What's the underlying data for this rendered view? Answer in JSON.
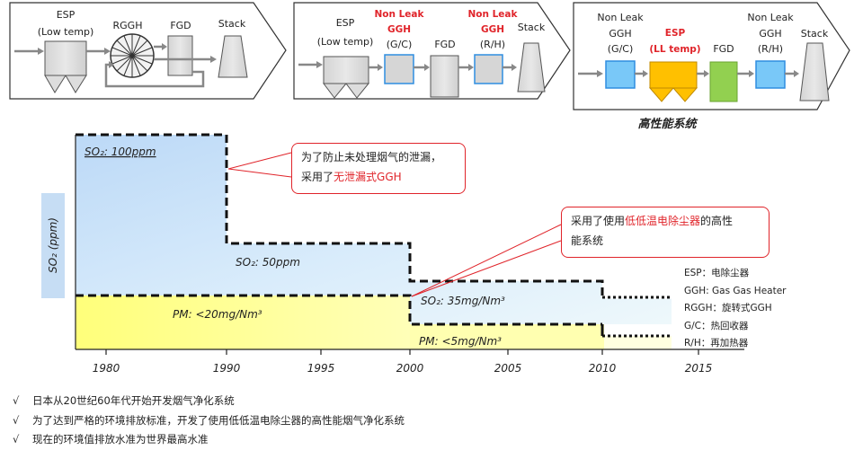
{
  "panels": [
    {
      "esp_label": "ESP",
      "esp_sub": "(Low temp)",
      "rggh_label": "RGGH",
      "fgd_label": "FGD",
      "stack_label": "Stack"
    },
    {
      "esp_label": "ESP",
      "esp_sub": "(Low temp)",
      "ggh1_top": "Non Leak",
      "ggh1_mid": "GGH",
      "ggh1_sub": "(G/C)",
      "fgd_label": "FGD",
      "ggh2_top": "Non Leak",
      "ggh2_mid": "GGH",
      "ggh2_sub": "(R/H)",
      "stack_label": "Stack"
    },
    {
      "ggh1_top": "Non Leak",
      "ggh1_mid": "GGH",
      "ggh1_sub": "(G/C)",
      "esp_label": "ESP",
      "esp_sub": "(LL temp)",
      "fgd_label": "FGD",
      "ggh2_top": "Non Leak",
      "ggh2_mid": "GGH",
      "ggh2_sub": "(R/H)",
      "stack_label": "Stack",
      "caption": "高性能系统"
    }
  ],
  "colors": {
    "so2_fill": "#cfe4fb",
    "so2_fill_light": "#e6f8fb",
    "pm_fill": "#ffff88",
    "pm_fill_light": "#ffffc4",
    "ggh_blue": "#79c8f8",
    "esp_orange": "#ffc000",
    "fgd_green": "#92d050",
    "accent_red": "#e0242a"
  },
  "chart": {
    "ylabel": "SO₂ (ppm)",
    "x_ticks": [
      "1980",
      "1990",
      "1995",
      "2000",
      "2005",
      "2010",
      "2015"
    ],
    "so2_labels": [
      "SO₂: 100ppm",
      "SO₂: 50ppm",
      "SO₂: 35mg/Nm³"
    ],
    "pm_labels": [
      "PM: <20mg/Nm³",
      "PM: <5mg/Nm³"
    ]
  },
  "callouts": {
    "c1_line1": "为了防止未处理烟气的泄漏，",
    "c1_line2_prefix": "采用了",
    "c1_line2_highlight": "无泄漏式GGH",
    "c2_line1_prefix": "采用了使用",
    "c2_line1_highlight": "低低温电除尘器",
    "c2_line1_suffix": "的高性",
    "c2_line2": "能系统"
  },
  "legend": [
    "ESP：电除尘器",
    "GGH: Gas Gas Heater",
    "RGGH：旋转式GGH",
    "G/C：热回收器",
    "R/H：再加热器"
  ],
  "notes": {
    "check": "√",
    "items": [
      "日本从20世纪60年代开始开发烟气净化系统",
      "为了达到严格的环境排放标准，开发了使用低低温电除尘器的高性能烟气净化系统",
      "现在的环境值排放水准为世界最高水准"
    ]
  }
}
